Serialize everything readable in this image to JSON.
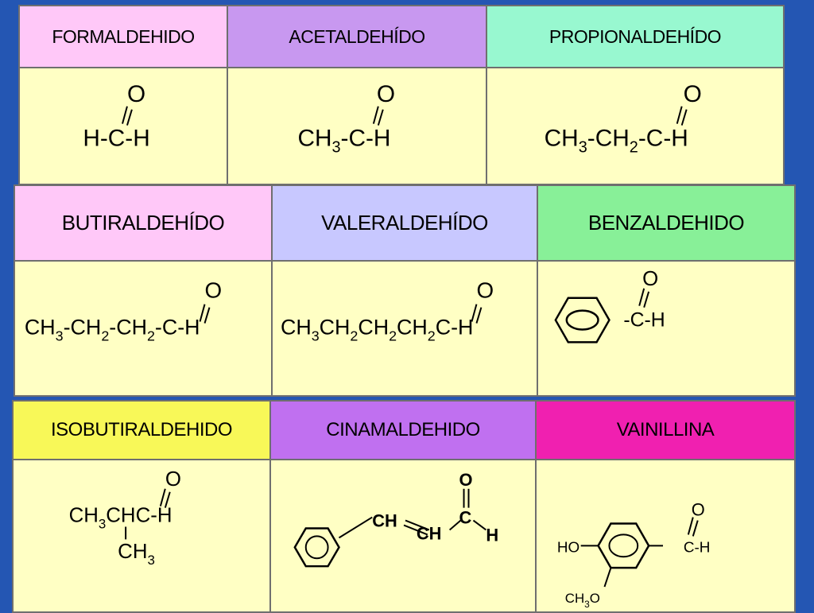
{
  "row1": {
    "headers": [
      {
        "name": "FORMALDEHIDO",
        "color": "#ffc8f8"
      },
      {
        "name": "ACETALDEHÍDO",
        "color": "#c898f0"
      },
      {
        "name": "PROPIONALDEHÍDO",
        "color": "#98f8d0"
      }
    ],
    "formaldehido": {
      "o": "O",
      "main": "H-C-H"
    },
    "acetaldehido": {
      "o": "O",
      "ch": "CH",
      "sub3": "3",
      "rest": "-C-H"
    },
    "propionaldehido": {
      "o": "O",
      "ch_a": "CH",
      "sub3": "3",
      "ch_b": "-CH",
      "sub2": "2",
      "rest": "-C-H"
    }
  },
  "row2": {
    "headers": [
      {
        "name": "BUTIRALDEHÍDO",
        "color": "#ffc8f8"
      },
      {
        "name": "VALERALDEHÍDO",
        "color": "#c8c8ff"
      },
      {
        "name": "BENZALDEHIDO",
        "color": "#88f098"
      }
    ],
    "butiraldehido": {
      "o": "O",
      "ch": "CH",
      "dash_ch": "-CH",
      "sub3": "3",
      "sub2": "2",
      "rest": "-C-H"
    },
    "valeraldehido": {
      "o": "O",
      "ch": "CH",
      "sub3": "3",
      "sub2": "2",
      "rest": "C-H"
    },
    "benzaldehido": {
      "o": "O",
      "rest": "-C-H"
    }
  },
  "row3": {
    "headers": [
      {
        "name": "ISOBUTIRALDEHIDO",
        "color": "#f8f858"
      },
      {
        "name": "CINAMALDEHIDO",
        "color": "#c070f0"
      },
      {
        "name": "VAINILLINA",
        "color": "#f020b0"
      }
    ],
    "isobutiraldehido": {
      "o": "O",
      "ch": "CH",
      "sub3": "3",
      "mid": "CHC-H",
      "ch_low": "CH"
    },
    "cinamaldehido": {
      "o": "O",
      "ch": "CH",
      "c": "C",
      "h": "H"
    },
    "vainillina": {
      "o": "O",
      "ho": "HO",
      "rest": "C-H",
      "ch3o": "CH",
      "sub3": "3",
      "o_end": "O"
    }
  }
}
